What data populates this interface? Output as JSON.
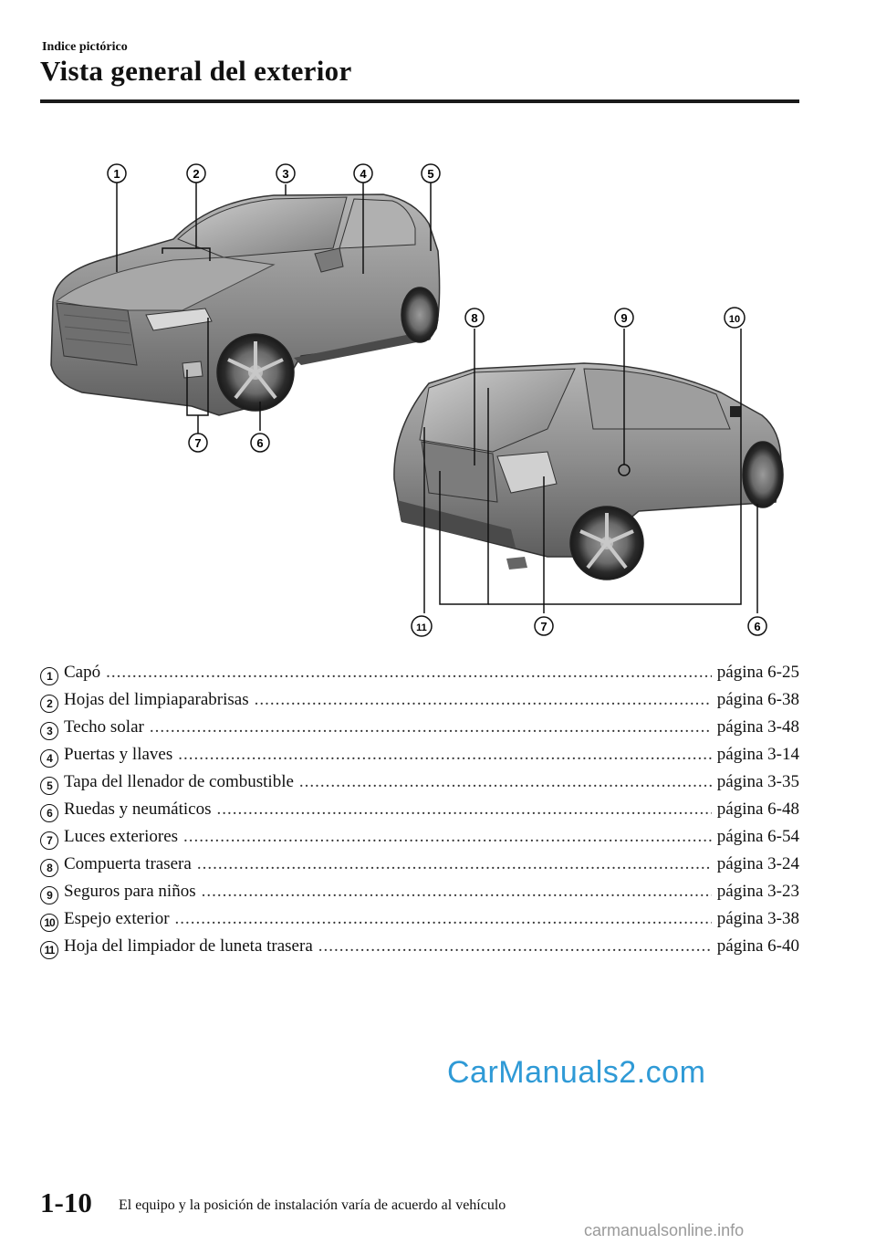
{
  "header": {
    "section": "Indice pictórico",
    "title": "Vista general del exterior"
  },
  "figure": {
    "front_callouts": [
      "1",
      "2",
      "3",
      "4",
      "5",
      "6",
      "7"
    ],
    "rear_callouts": [
      "8",
      "9",
      "10",
      "11",
      "7",
      "6"
    ]
  },
  "items": [
    {
      "num": "1",
      "label": "Capó",
      "page": "página 6-25"
    },
    {
      "num": "2",
      "label": "Hojas del limpiaparabrisas",
      "page": "página 6-38"
    },
    {
      "num": "3",
      "label": "Techo solar",
      "page": "página 3-48"
    },
    {
      "num": "4",
      "label": "Puertas y llaves",
      "page": "página 3-14"
    },
    {
      "num": "5",
      "label": "Tapa del llenador de combustible",
      "page": "página 3-35"
    },
    {
      "num": "6",
      "label": "Ruedas y neumáticos",
      "page": "página 6-48"
    },
    {
      "num": "7",
      "label": "Luces exteriores",
      "page": "página 6-54"
    },
    {
      "num": "8",
      "label": "Compuerta trasera",
      "page": "página 3-24"
    },
    {
      "num": "9",
      "label": "Seguros para niños",
      "page": "página 3-23"
    },
    {
      "num": "10",
      "label": "Espejo exterior",
      "page": "página 3-38"
    },
    {
      "num": "11",
      "label": "Hoja del limpiador de luneta trasera",
      "page": "página 6-40"
    }
  ],
  "footer": {
    "page_number": "1-10",
    "note": "El equipo y la posición de instalación varía de acuerdo al vehículo"
  },
  "watermark": "CarManuals2.com",
  "source_site": "carmanualsonline.info",
  "colors": {
    "watermark": "#2f9ad6",
    "car_body": "#8a8a8a",
    "text": "#111111"
  }
}
